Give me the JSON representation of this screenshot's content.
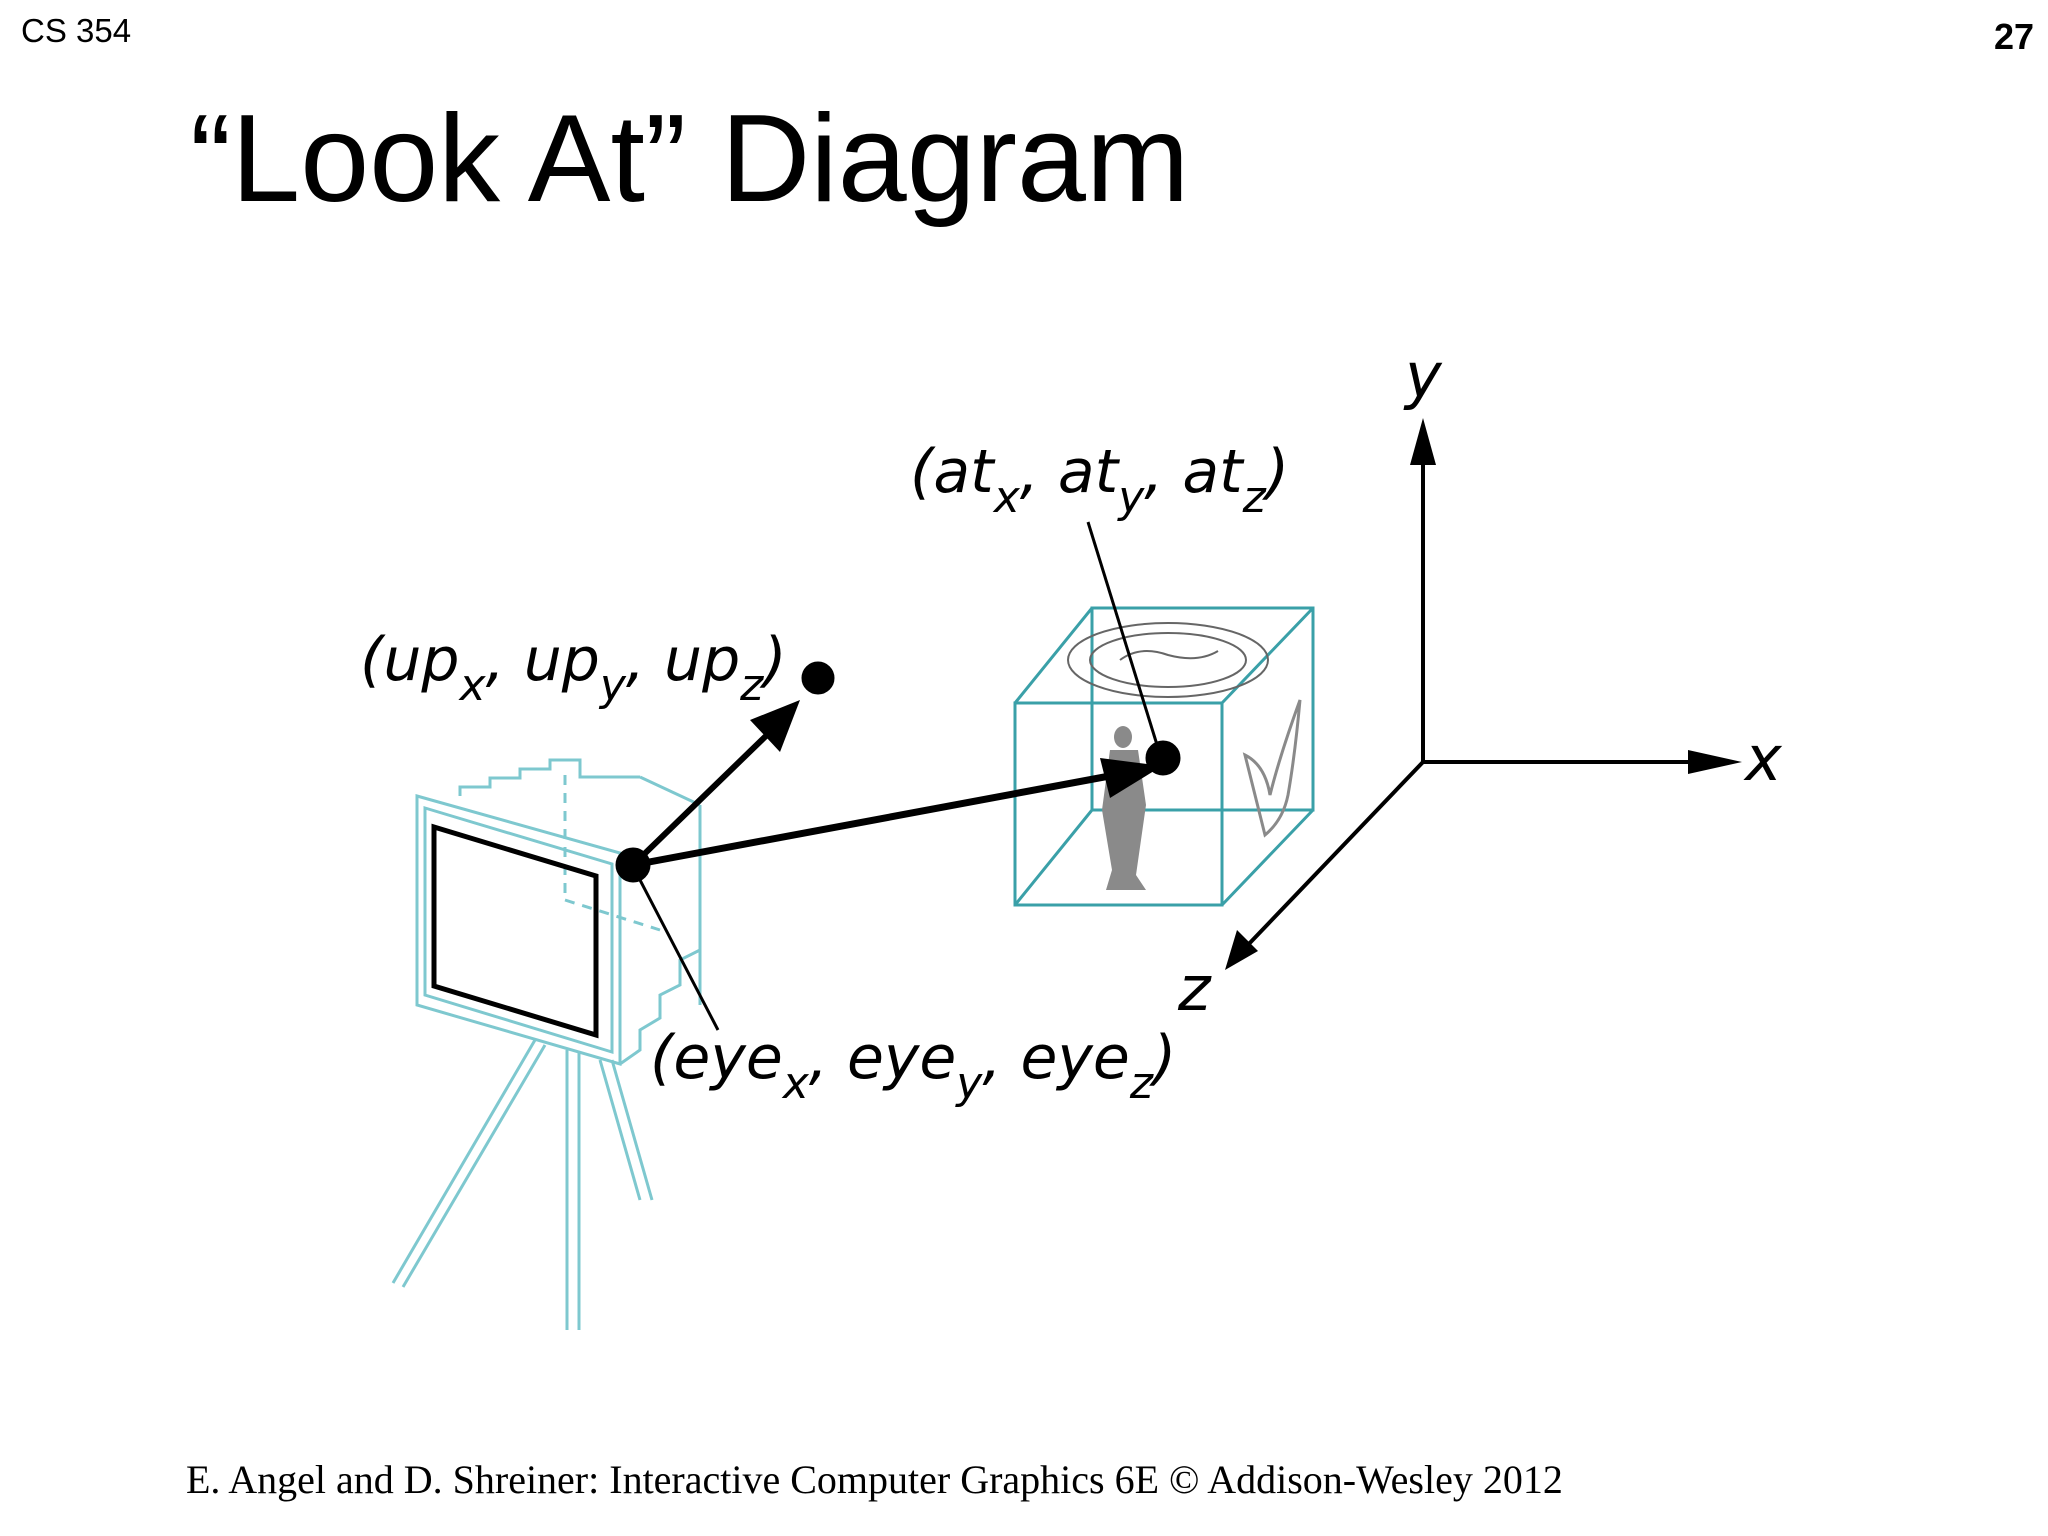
{
  "header": {
    "course": "CS 354",
    "slide_number": "27"
  },
  "title": "“Look At” Diagram",
  "diagram": {
    "labels": {
      "up": {
        "base": "(up",
        "sub1": "x",
        "sep1": ", up",
        "sub2": "y",
        "sep2": ", up",
        "sub3": "z",
        "close": ")"
      },
      "at": {
        "base": "(at",
        "sub1": "x",
        "sep1": ", at",
        "sub2": "y",
        "sep2": ", at",
        "sub3": "z",
        "close": ")"
      },
      "eye": {
        "base": "(eye",
        "sub1": "x",
        "sep1": ", eye",
        "sub2": "y",
        "sep2": ", eye",
        "sub3": "z",
        "close": ")"
      },
      "axis_x": "x",
      "axis_y": "y",
      "axis_z": "z"
    },
    "colors": {
      "camera": "#7ec8cf",
      "cube": "#3aa0a8",
      "ink": "#000000",
      "statue": "#888888"
    },
    "icons": [
      "camera-icon",
      "cube-icon",
      "statue-icon",
      "eagle-icon",
      "seal-icon"
    ]
  },
  "footer": {
    "credit": "E. Angel and D. Shreiner: Interactive Computer Graphics 6E © Addison-Wesley 2012"
  }
}
